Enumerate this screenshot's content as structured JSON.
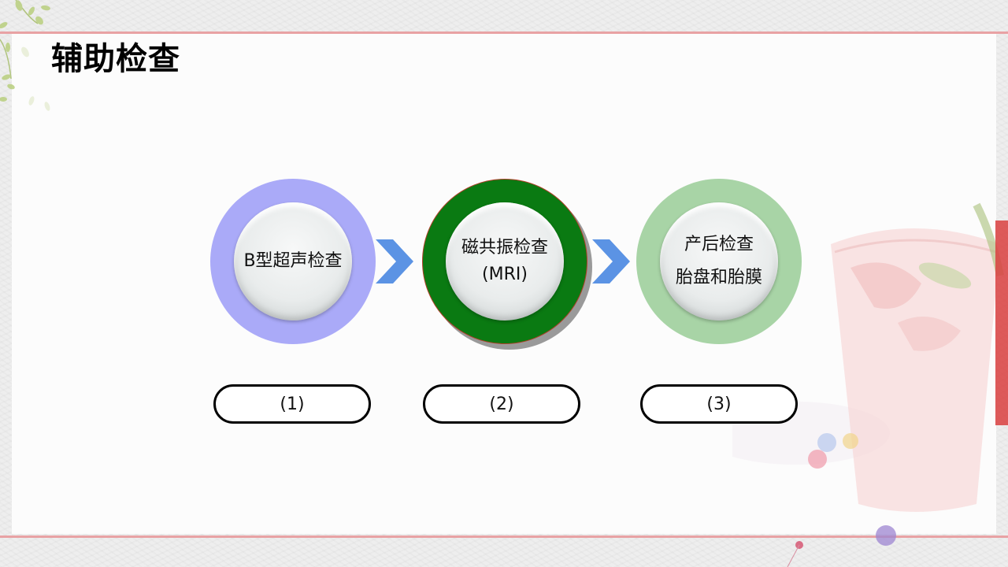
{
  "slide": {
    "title": "辅助检查"
  },
  "flow": {
    "nodes": [
      {
        "lines": [
          "B型超声检查"
        ],
        "ring_color": "#aaaaf8",
        "label": "(1)"
      },
      {
        "lines": [
          "磁共振检查",
          "(MRI)"
        ],
        "ring_color": "#0a7a12",
        "label": "(2)"
      },
      {
        "lines": [
          "产后检查",
          "胎盘和胎膜"
        ],
        "ring_color": "#a8d4a6",
        "label": "(3)"
      }
    ],
    "arrow_color": "#5b93e4"
  },
  "colors": {
    "rule_line": "#e8a2a4",
    "panel": "#fcfcfc",
    "background": "#eeeeee"
  }
}
